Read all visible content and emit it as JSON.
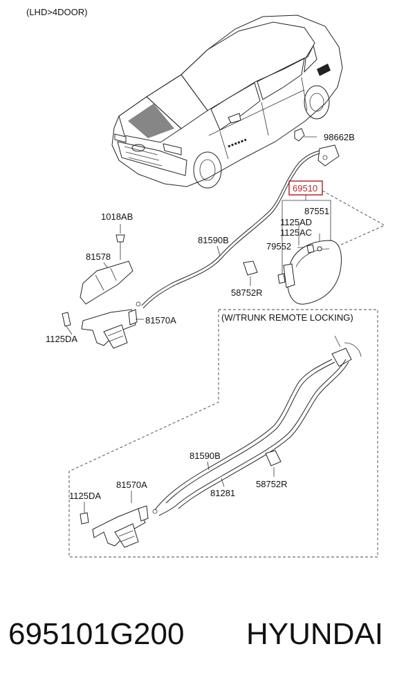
{
  "header": {
    "variant": "(LHD>4DOOR)"
  },
  "labels": {
    "p98662B": "98662B",
    "p69510": "69510",
    "p87551": "87551",
    "p1125AD": "1125AD",
    "p1125AC": "1125AC",
    "p79552": "79552",
    "p1018AB": "1018AB",
    "p81590B_top": "81590B",
    "p81578": "81578",
    "p58752R_top": "58752R",
    "p81570A_top": "81570A",
    "p1125DA_top": "1125DA",
    "trunk_option": "(W/TRUNK REMOTE LOCKING)",
    "p81590B_bot": "81590B",
    "p58752R_bot": "58752R",
    "p81570A_bot": "81570A",
    "p1125DA_bot": "1125DA",
    "p81281": "81281"
  },
  "footer": {
    "part_number": "695101G200",
    "brand": "HYUNDAI"
  },
  "colors": {
    "highlight": "#b3282d"
  }
}
